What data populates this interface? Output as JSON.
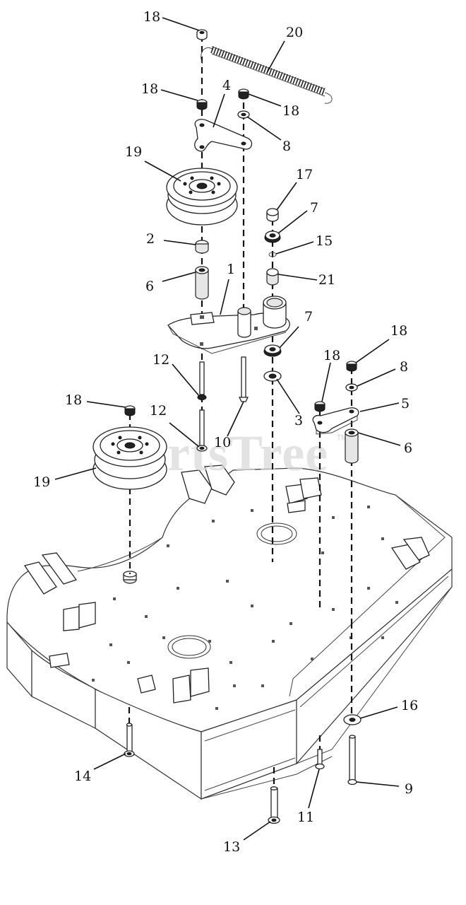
{
  "watermark": {
    "text": "PartsTree",
    "trademark": "TM"
  },
  "callouts": [
    {
      "id": "c-18a",
      "text": "18"
    },
    {
      "id": "c-20",
      "text": "20"
    },
    {
      "id": "c-18b",
      "text": "18"
    },
    {
      "id": "c-4",
      "text": "4"
    },
    {
      "id": "c-18c",
      "text": "18"
    },
    {
      "id": "c-8a",
      "text": "8"
    },
    {
      "id": "c-19a",
      "text": "19"
    },
    {
      "id": "c-17",
      "text": "17"
    },
    {
      "id": "c-7a",
      "text": "7"
    },
    {
      "id": "c-2",
      "text": "2"
    },
    {
      "id": "c-15",
      "text": "15"
    },
    {
      "id": "c-1",
      "text": "1"
    },
    {
      "id": "c-6a",
      "text": "6"
    },
    {
      "id": "c-21",
      "text": "21"
    },
    {
      "id": "c-7b",
      "text": "7"
    },
    {
      "id": "c-18d",
      "text": "18"
    },
    {
      "id": "c-12a",
      "text": "12"
    },
    {
      "id": "c-18e",
      "text": "18"
    },
    {
      "id": "c-8b",
      "text": "8"
    },
    {
      "id": "c-18f",
      "text": "18"
    },
    {
      "id": "c-5",
      "text": "5"
    },
    {
      "id": "c-12b",
      "text": "12"
    },
    {
      "id": "c-3",
      "text": "3"
    },
    {
      "id": "c-10",
      "text": "10"
    },
    {
      "id": "c-6b",
      "text": "6"
    },
    {
      "id": "c-19b",
      "text": "19"
    },
    {
      "id": "c-16",
      "text": "16"
    },
    {
      "id": "c-14",
      "text": "14"
    },
    {
      "id": "c-9",
      "text": "9"
    },
    {
      "id": "c-11",
      "text": "11"
    },
    {
      "id": "c-13",
      "text": "13"
    }
  ]
}
